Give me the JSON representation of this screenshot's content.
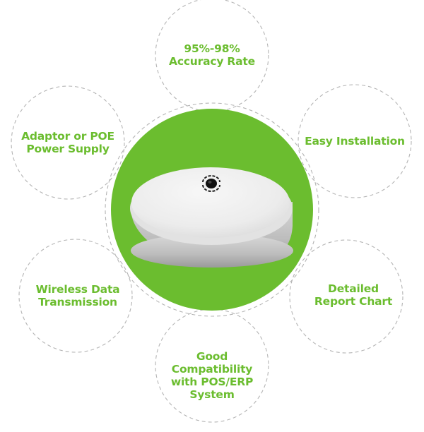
{
  "colors": {
    "accent_green": "#6bbd2f",
    "dashed_ring": "#b4b4b4",
    "background": "#ffffff",
    "device_body": "#e9e9e9",
    "device_shadow": "#a8a8a8",
    "sensor_lens": "#111111"
  },
  "center": {
    "product_name": "people-counter-sensor",
    "icon": "ceiling-sensor-device"
  },
  "features": [
    {
      "id": "accuracy",
      "label": "95%-98%\nAccuracy Rate"
    },
    {
      "id": "power",
      "label": "Adaptor or POE\nPower Supply"
    },
    {
      "id": "installation",
      "label": "Easy Installation"
    },
    {
      "id": "wireless",
      "label": "Wireless Data\nTransmission"
    },
    {
      "id": "report",
      "label": "Detailed\nReport Chart"
    },
    {
      "id": "compatibility",
      "label": "Good Compatibility\nwith POS/ERP\nSystem"
    }
  ]
}
